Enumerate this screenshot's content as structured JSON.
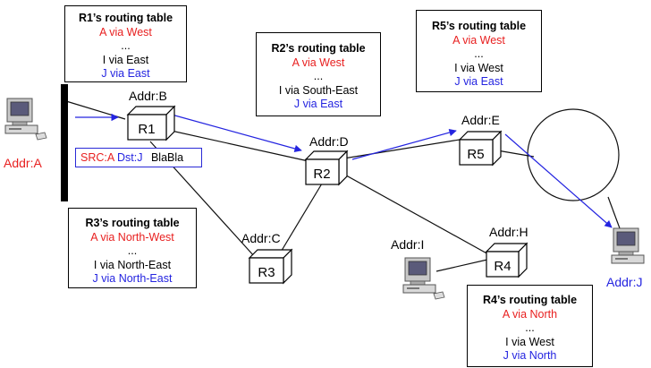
{
  "colors": {
    "red": "#e82020",
    "blue": "#2424e0",
    "black": "#000000",
    "link": "#111111"
  },
  "hosts": {
    "A": {
      "label": "Addr:A"
    },
    "I": {
      "label": "Addr:I"
    },
    "J": {
      "label": "Addr:J"
    }
  },
  "routers": {
    "R1": {
      "name": "R1",
      "addr": "Addr:B"
    },
    "R2": {
      "name": "R2",
      "addr": "Addr:D"
    },
    "R3": {
      "name": "R3",
      "addr": "Addr:C"
    },
    "R4": {
      "name": "R4",
      "addr": "Addr:H"
    },
    "R5": {
      "name": "R5",
      "addr": "Addr:E"
    }
  },
  "packet": {
    "src": "SRC:A",
    "dst": "Dst:J",
    "payload": "BlaBla"
  },
  "tables": {
    "R1": {
      "title": "R1’s routing table",
      "a": "A via West",
      "dots": "...",
      "i": "I via East",
      "j": "J via East"
    },
    "R2": {
      "title": "R2’s routing table",
      "a": "A via West",
      "dots": "...",
      "i": "I via South-East",
      "j": "J via East"
    },
    "R3": {
      "title": "R3’s routing table",
      "a": "A via North-West",
      "dots": "...",
      "i": "I via North-East",
      "j": "J via North-East"
    },
    "R4": {
      "title": "R4’s routing table",
      "a": "A via North",
      "dots": "...",
      "i": "I via West",
      "j": "J via North"
    },
    "R5": {
      "title": "R5’s routing table",
      "a": "A via West",
      "dots": "...",
      "i": "I via West",
      "j": "J via East"
    }
  }
}
